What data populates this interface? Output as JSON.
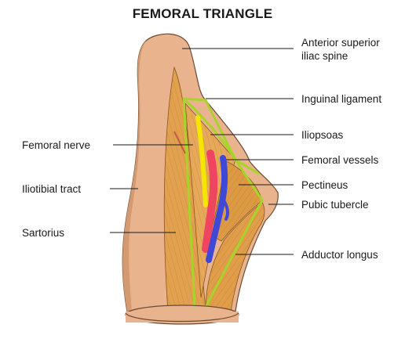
{
  "title": "FEMORAL TRIANGLE",
  "labels": {
    "asis_line1": "Anterior superior",
    "asis_line2": "iliac spine",
    "inguinal_ligament": "Inguinal ligament",
    "iliopsoas": "Iliopsoas",
    "femoral_nerve": "Femoral nerve",
    "femoral_vessels": "Femoral vessels",
    "iliotibial_tract": "Iliotibial tract",
    "pectineus": "Pectineus",
    "pubic_tubercle": "Pubic tubercle",
    "sartorius": "Sartorius",
    "adductor_longus": "Adductor longus"
  },
  "colors": {
    "skin": "#e9b48d",
    "skin_shadow": "#d49a72",
    "muscle": "#e2a14f",
    "muscle_dark": "#b86f28",
    "border_green": "#a8d42a",
    "nerve": "#f5e600",
    "artery": "#f04560",
    "vein": "#4048d8"
  }
}
